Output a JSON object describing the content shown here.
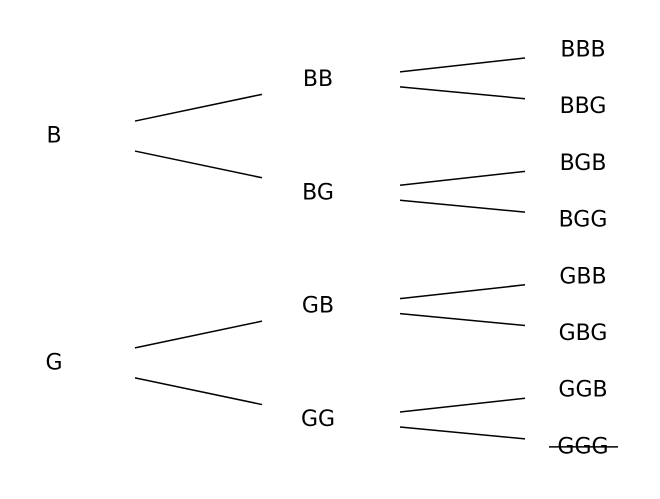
{
  "level1": [
    {
      "id": "B",
      "label": "B"
    },
    {
      "id": "G",
      "label": "G"
    }
  ],
  "level2": [
    {
      "id": "BB",
      "label": "BB",
      "parent": "B"
    },
    {
      "id": "BG",
      "label": "BG",
      "parent": "B"
    },
    {
      "id": "GB",
      "label": "GB",
      "parent": "G"
    },
    {
      "id": "GG",
      "label": "GG",
      "parent": "G"
    }
  ],
  "level3": [
    {
      "id": "BBB",
      "label": "BBB",
      "parent": "BB",
      "crossed_out": false
    },
    {
      "id": "BBG",
      "label": "BBG",
      "parent": "BB",
      "crossed_out": false
    },
    {
      "id": "BGB",
      "label": "BGB",
      "parent": "BG",
      "crossed_out": false
    },
    {
      "id": "BGG",
      "label": "BGG",
      "parent": "BG",
      "crossed_out": false
    },
    {
      "id": "GBB",
      "label": "GBB",
      "parent": "GB",
      "crossed_out": false
    },
    {
      "id": "GBG",
      "label": "GBG",
      "parent": "GB",
      "crossed_out": false
    },
    {
      "id": "GGB",
      "label": "GGB",
      "parent": "GG",
      "crossed_out": false
    },
    {
      "id": "GGG",
      "label": "GGG",
      "parent": "GG",
      "crossed_out": true
    }
  ]
}
